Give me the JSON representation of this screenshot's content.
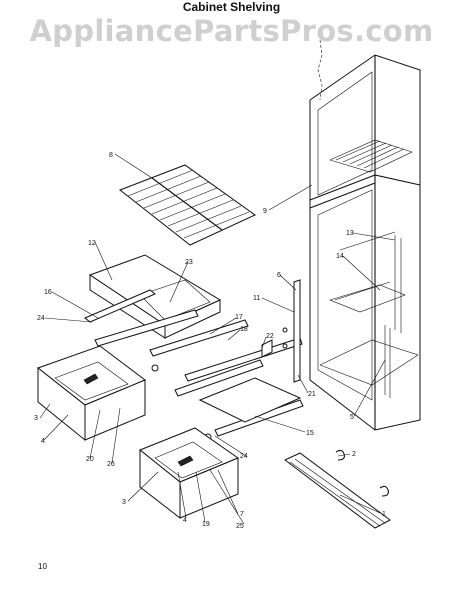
{
  "title": "Cabinet Shelving",
  "watermark": "AppliancePartsPros.com",
  "page_number": "10",
  "callouts": [
    "1",
    "2",
    "3",
    "3",
    "4",
    "4",
    "5",
    "6",
    "7",
    "8",
    "9",
    "11",
    "12",
    "13",
    "14",
    "15",
    "15",
    "16",
    "17",
    "18",
    "19",
    "20",
    "21",
    "22",
    "23",
    "24",
    "24",
    "25",
    "26"
  ]
}
